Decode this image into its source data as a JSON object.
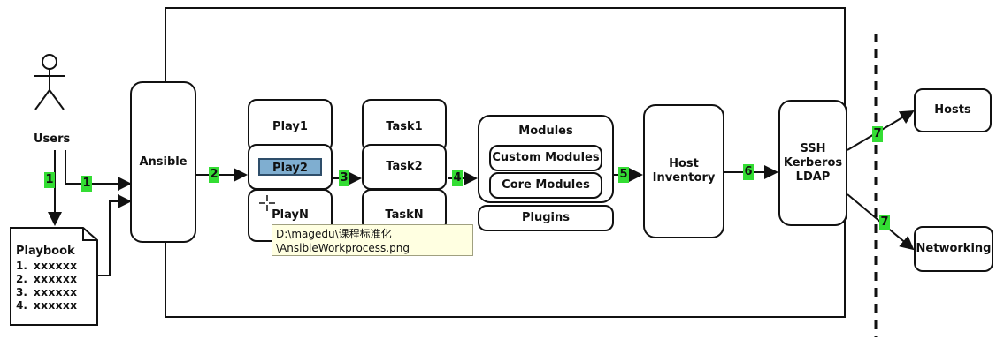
{
  "actor": {
    "label": "Users"
  },
  "playbook": {
    "title": "Playbook",
    "items": [
      {
        "num": "1.",
        "value": "xxxxxx"
      },
      {
        "num": "2.",
        "value": "xxxxxx"
      },
      {
        "num": "3.",
        "value": "xxxxxx"
      },
      {
        "num": "4.",
        "value": "xxxxxx"
      }
    ]
  },
  "nodes": {
    "ansible": "Ansible",
    "play1": "Play1",
    "play2": "Play2",
    "playn": "PlayN",
    "task1": "Task1",
    "task2": "Task2",
    "taskn": "TaskN",
    "modules": "Modules",
    "custom_modules": "Custom Modules",
    "core_modules": "Core Modules",
    "plugins": "Plugins",
    "host_inventory_line1": "Host",
    "host_inventory_line2": "Inventory",
    "ssh": "SSH",
    "kerberos": "Kerberos",
    "ldap": "LDAP",
    "hosts": "Hosts",
    "networking": "Networking"
  },
  "steps": {
    "s1a": "1",
    "s1b": "1",
    "s2": "2",
    "s3": "3",
    "s4": "4",
    "s5": "5",
    "s6": "6",
    "s7a": "7",
    "s7b": "7"
  },
  "tooltip": {
    "line1": "D:\\magedu\\课程标准化",
    "line2": "\\AnsibleWorkprocess.png"
  },
  "colors": {
    "badge": "#33dd33",
    "play2_fill": "#7faed0",
    "tooltip_bg": "#ffffe1"
  }
}
